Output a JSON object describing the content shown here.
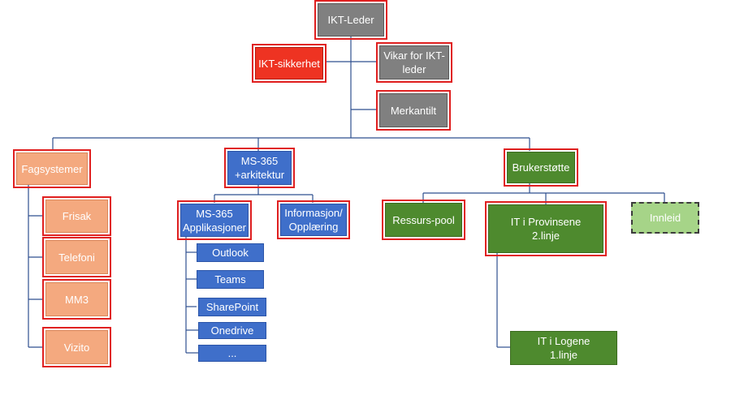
{
  "nodes": {
    "ikt_leder": "IKT-Leder",
    "ikt_sikkerhet": "IKT-sikkerhet",
    "vikar": "Vikar for IKT-\nleder",
    "merkantilt": "Merkantilt",
    "fagsystemer": "Fagsystemer",
    "ms365_arkitektur": "MS-365\n+arkitektur",
    "brukerstotte": "Brukerstøtte",
    "frisak": "Frisak",
    "telefoni": "Telefoni",
    "mm3": "MM3",
    "vizito": "Vizito",
    "ms365_applikasjoner": "MS-365\nApplikasjoner",
    "informasjon": "Informasjon/\nOpplæring",
    "outlook": "Outlook",
    "teams": "Teams",
    "sharepoint": "SharePoint",
    "onedrive": "Onedrive",
    "more": "...",
    "ressurs_pool": "Ressurs-pool",
    "it_provinsene": "IT i Provinsene\n2.linje",
    "innleid": "Innleid",
    "it_logene": "IT i Logene\n1.linje"
  },
  "colors": {
    "leader_gray": "#808080",
    "security_red": "#ee3322",
    "fag_salmon": "#f4a97f",
    "ms_blue": "#3f6fca",
    "support_green": "#4e8a2e",
    "external_lightgreen": "#a6d488",
    "connector": "#2f4f8f",
    "highlight_outline": "#e02020"
  }
}
